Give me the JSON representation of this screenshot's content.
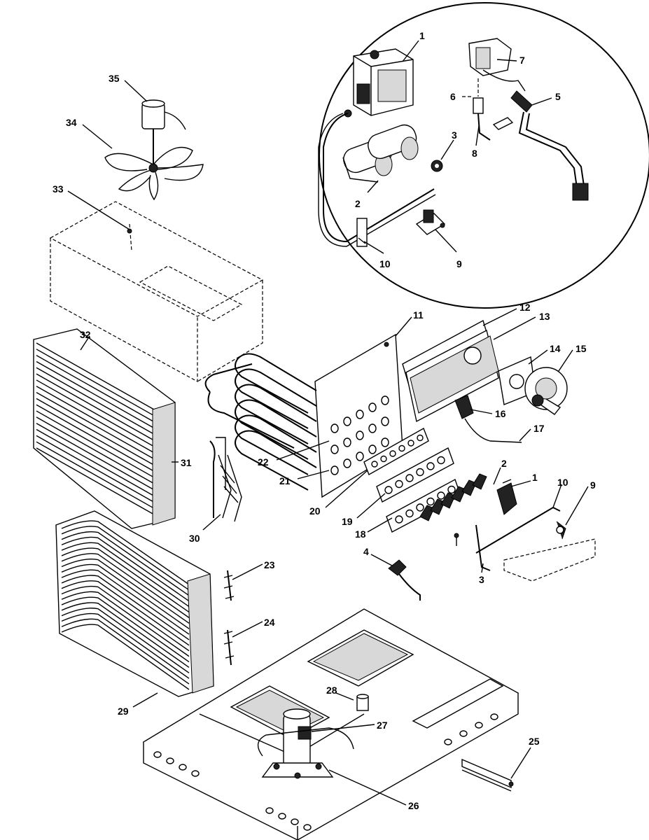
{
  "callouts": [
    {
      "id": "c1",
      "text": "1"
    },
    {
      "id": "c7",
      "text": "7"
    },
    {
      "id": "c6",
      "text": "6"
    },
    {
      "id": "c5",
      "text": "5"
    },
    {
      "id": "c3",
      "text": "3"
    },
    {
      "id": "c8",
      "text": "8"
    },
    {
      "id": "c2",
      "text": "2"
    },
    {
      "id": "c10",
      "text": "10"
    },
    {
      "id": "c9",
      "text": "9"
    },
    {
      "id": "c35",
      "text": "35"
    },
    {
      "id": "c34",
      "text": "34"
    },
    {
      "id": "c33",
      "text": "33"
    },
    {
      "id": "c11",
      "text": "11"
    },
    {
      "id": "c12",
      "text": "12"
    },
    {
      "id": "c13",
      "text": "13"
    },
    {
      "id": "c14",
      "text": "14"
    },
    {
      "id": "c15",
      "text": "15"
    },
    {
      "id": "c32",
      "text": "32"
    },
    {
      "id": "c16",
      "text": "16"
    },
    {
      "id": "c17",
      "text": "17"
    },
    {
      "id": "c31",
      "text": "31"
    },
    {
      "id": "c22",
      "text": "22"
    },
    {
      "id": "c21",
      "text": "21"
    },
    {
      "id": "c2b",
      "text": "2"
    },
    {
      "id": "c1b",
      "text": "1"
    },
    {
      "id": "c10b",
      "text": "10"
    },
    {
      "id": "c9b",
      "text": "9"
    },
    {
      "id": "c20",
      "text": "20"
    },
    {
      "id": "c19",
      "text": "19"
    },
    {
      "id": "c18",
      "text": "18"
    },
    {
      "id": "c30",
      "text": "30"
    },
    {
      "id": "c4",
      "text": "4"
    },
    {
      "id": "c3b",
      "text": "3"
    },
    {
      "id": "c23",
      "text": "23"
    },
    {
      "id": "c24",
      "text": "24"
    },
    {
      "id": "c28",
      "text": "28"
    },
    {
      "id": "c29",
      "text": "29"
    },
    {
      "id": "c27",
      "text": "27"
    },
    {
      "id": "c25",
      "text": "25"
    },
    {
      "id": "c26",
      "text": "26"
    }
  ]
}
